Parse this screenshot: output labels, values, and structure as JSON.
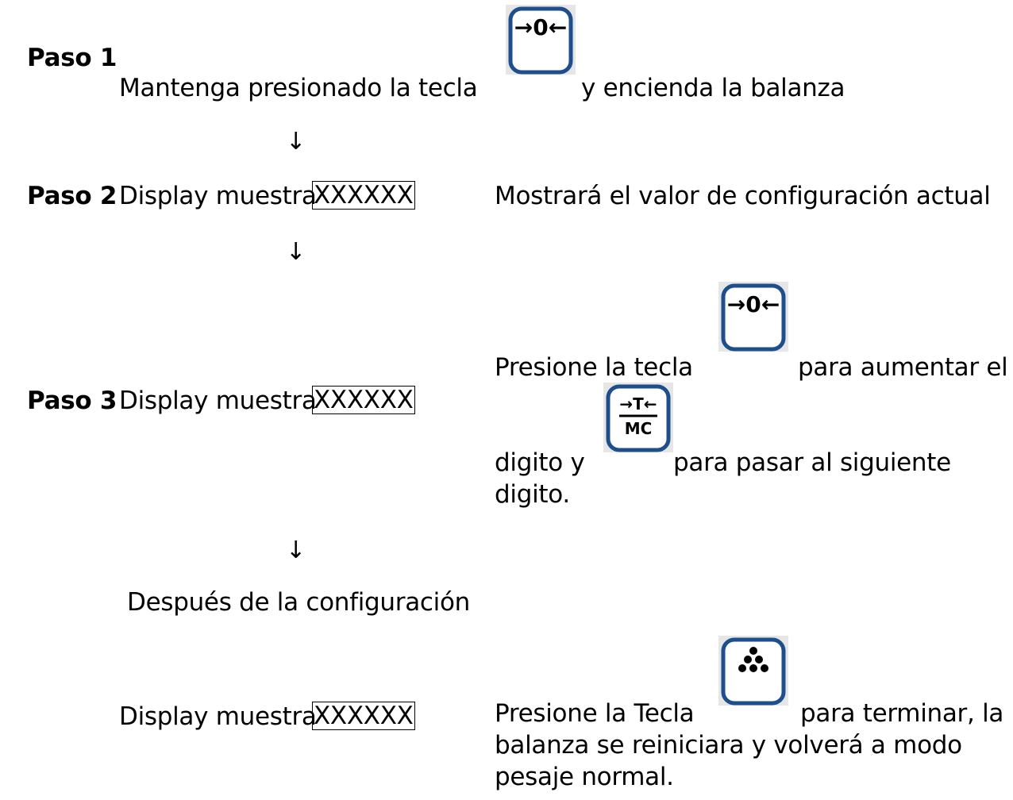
{
  "step1": {
    "label": "Paso 1",
    "text_before": "Mantenga presionado la tecla",
    "text_after": "y encienda la balanza",
    "key_icon": "zero-key-icon"
  },
  "arrow_glyph": "↓",
  "step2": {
    "label": "Paso 2",
    "display_text": "Display muestra",
    "display_value": "XXXXXX",
    "note": "Mostrará el valor de configuración actual"
  },
  "step3": {
    "label": "Paso 3",
    "display_text": "Display muestra",
    "display_value": "XXXXXX",
    "line1_before": "Presione la tecla",
    "line1_after": "para aumentar el",
    "line2_before": "digito y",
    "line2_after": "para pasar al siguiente",
    "line3": "digito.",
    "key1_icon": "zero-key-icon",
    "key2_icon": "tare-mc-key-icon",
    "tare_key_top": "→T←",
    "tare_key_bottom": "MC"
  },
  "after": {
    "heading": "Después de la configuración",
    "display_text": "Display muestra",
    "display_value": "XXXXXX",
    "line1_before": "Presione la Tecla",
    "line1_after": "para terminar, la",
    "line2": "balanza se reiniciara y volverá a modo",
    "line3": "pesaje normal.",
    "key_icon": "count-dots-key-icon"
  },
  "colors": {
    "key_border": "#1f4e8c",
    "key_background": "#e6e6e6",
    "key_glyph": "#000000"
  }
}
